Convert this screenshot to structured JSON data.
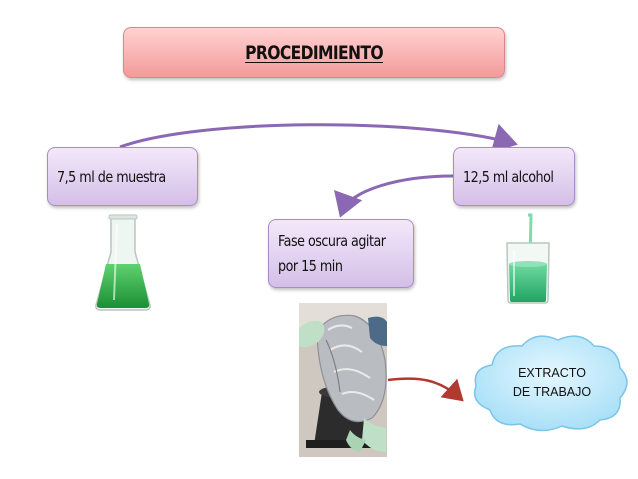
{
  "title": "PROCEDIMIENTO",
  "steps": {
    "muestra": "7,5 ml de muestra",
    "alcohol": "12,5 ml alcohol",
    "fase_line1": "Fase oscura agitar",
    "fase_line2": "por 15 min"
  },
  "cloud_line1": "EXTRACTO",
  "cloud_line2": "DE TRABAJO",
  "colors": {
    "title_fill": "#f4a6a6",
    "step_fill": "#dccbee",
    "arrow_purple": "#8a68b4",
    "arrow_red": "#b03a30",
    "cloud_fill": "#bfe9fb",
    "liquid_green": "#2bb54a"
  }
}
